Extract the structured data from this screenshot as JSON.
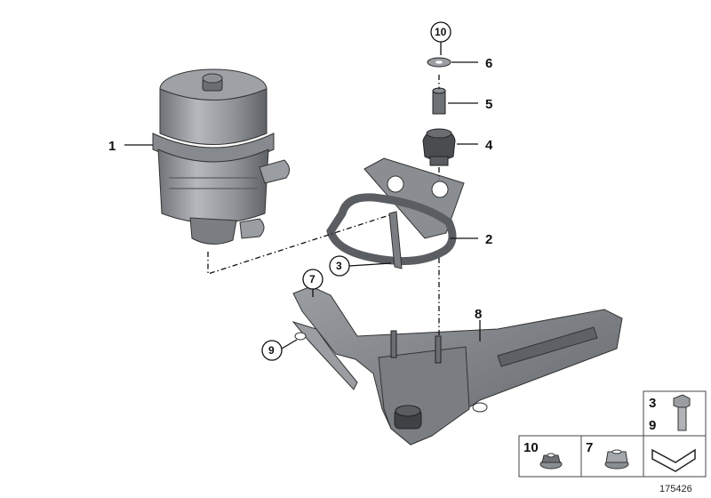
{
  "callouts": {
    "c1": "1",
    "c2": "2",
    "c3": "3",
    "c4": "4",
    "c5": "5",
    "c6": "6",
    "c7": "7",
    "c8": "8",
    "c9": "9",
    "c10": "10"
  },
  "legend": {
    "bolt_top": "3",
    "bolt_bottom": "9",
    "nut_flat": "10",
    "nut_collar": "7"
  },
  "diagram_number": "175426",
  "colors": {
    "part_gray": "#8a8e92",
    "part_dark": "#4a4d50",
    "line": "#111111"
  }
}
